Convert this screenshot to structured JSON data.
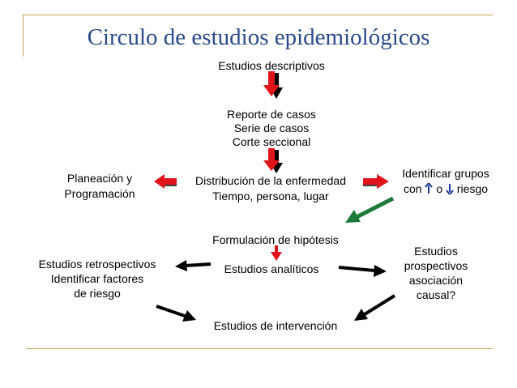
{
  "title": "Circulo de estudios epidemiológicos",
  "nodes": {
    "descriptivos": "Estudios descriptivos",
    "reporte": "Reporte de casos",
    "serie": "Serie de casos",
    "corte": "Corte seccional",
    "distribucion": "Distribución de la enfermedad",
    "tiempo": "Tiempo, persona, lugar",
    "planeacion_1": "Planeación y",
    "planeacion_2": "Programación",
    "identificar_1": "Identificar grupos",
    "identificar_2a": "con",
    "identificar_2b": "o",
    "identificar_2c": "riesgo",
    "formulacion": "Formulación de hipótesis",
    "analiticos": "Estudios analíticos",
    "retro_1": "Estudios retrospectivos",
    "retro_2": "Identificar factores",
    "retro_3": "de riesgo",
    "pros_1": "Estudios",
    "pros_2": "prospectivos",
    "pros_3": "asociación",
    "pros_4": "causal?",
    "intervencion": "Estudios de intervención"
  },
  "colors": {
    "title": "#2a4a8a",
    "red_arrow": "#e0151b",
    "green_arrow": "#1e7a3a",
    "frame": "#c8a24a",
    "up_arrow": "#1a3a9a",
    "down_arrow": "#1a3a9a"
  },
  "icons": {
    "up": "up-arrow-icon",
    "down": "down-arrow-icon"
  }
}
